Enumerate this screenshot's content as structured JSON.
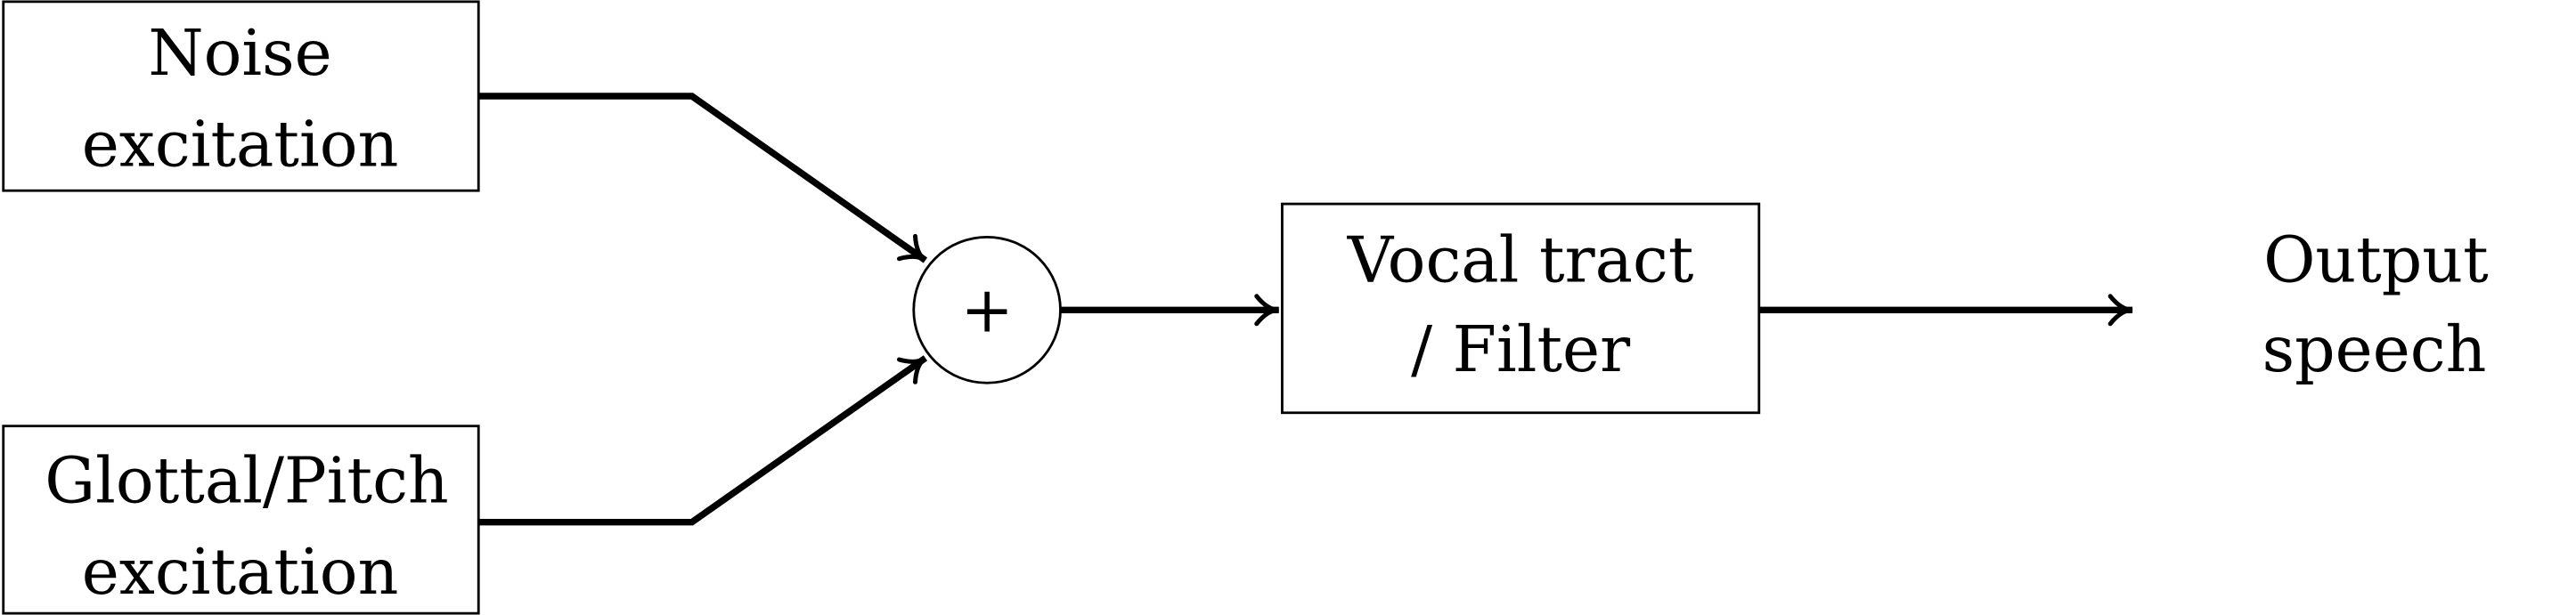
{
  "nodes": {
    "noise": {
      "line1": "Noise",
      "line2": "excitation"
    },
    "glottal": {
      "line1": "Glottal/Pitch",
      "line2": "excitation"
    },
    "sum": {
      "symbol": "+"
    },
    "filter": {
      "line1": "Vocal tract",
      "line2": "/ Filter"
    },
    "output": {
      "line1": "Output",
      "line2": "speech"
    }
  },
  "colors": {
    "stroke": "#000000",
    "background": "#ffffff"
  }
}
